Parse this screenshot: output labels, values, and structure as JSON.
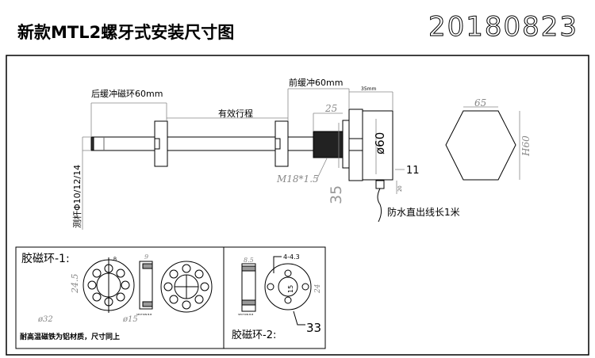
{
  "title": "新款MTL2螺牙式安装尺寸图",
  "date_code": "20180823",
  "main_view": {
    "rear_buffer": "后缓冲磁环60mm",
    "effective_stroke": "有效行程",
    "front_buffer": "前缓冲60mm",
    "housing_length": "35mm",
    "thread_length": "25",
    "diameter": "ø60",
    "dim_11": "11",
    "thread_spec": "M18*1.5",
    "dim_35": "35",
    "cable_gland": "20",
    "cable_note": "防水直出线长1米",
    "rod_diameter": "测杆Φ10/12/14",
    "hex_width": "65",
    "hex_height": "H60"
  },
  "ring1": {
    "title": "胶磁环-1:",
    "pcd": "24.5",
    "outer_d": "ø32",
    "inner_d": "ø15",
    "thickness": "9",
    "section_mark": "B",
    "section_label": "SECTION B-B",
    "note": "耐高温磁铁为铝材质，尺寸同上"
  },
  "ring2": {
    "title": "胶磁环-2:",
    "thickness": "8.5",
    "holes": "4-4.3",
    "inner": "15",
    "pcd": "24",
    "outer": "33",
    "section_label": "SECTION B-B"
  }
}
